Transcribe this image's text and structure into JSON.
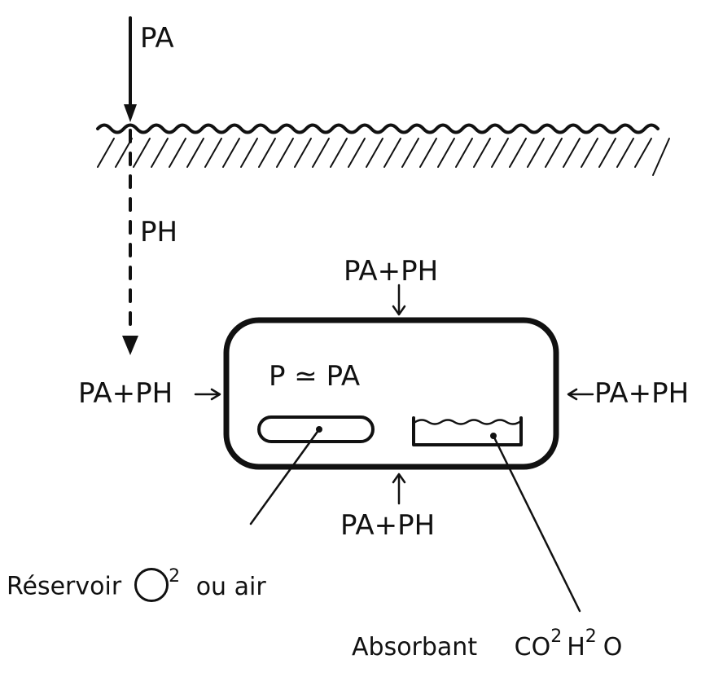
{
  "labels": {
    "pa_top": "PA",
    "ph": "PH",
    "pa_ph_top": "PA+PH",
    "pa_ph_left": "PA+PH",
    "pa_ph_right": "PA+PH",
    "pa_ph_bottom": "PA+PH",
    "inside_pressure": "P ≃ PA",
    "reservoir_text": "Réservoir",
    "reservoir_sup": "2",
    "reservoir_suffix": "ou air",
    "absorbant": "Absorbant",
    "co": "CO",
    "co_sup": "2",
    "h": "H",
    "h_sup": "2",
    "o": "O"
  },
  "colors": {
    "ink": "#111111",
    "paper": "#ffffff"
  }
}
